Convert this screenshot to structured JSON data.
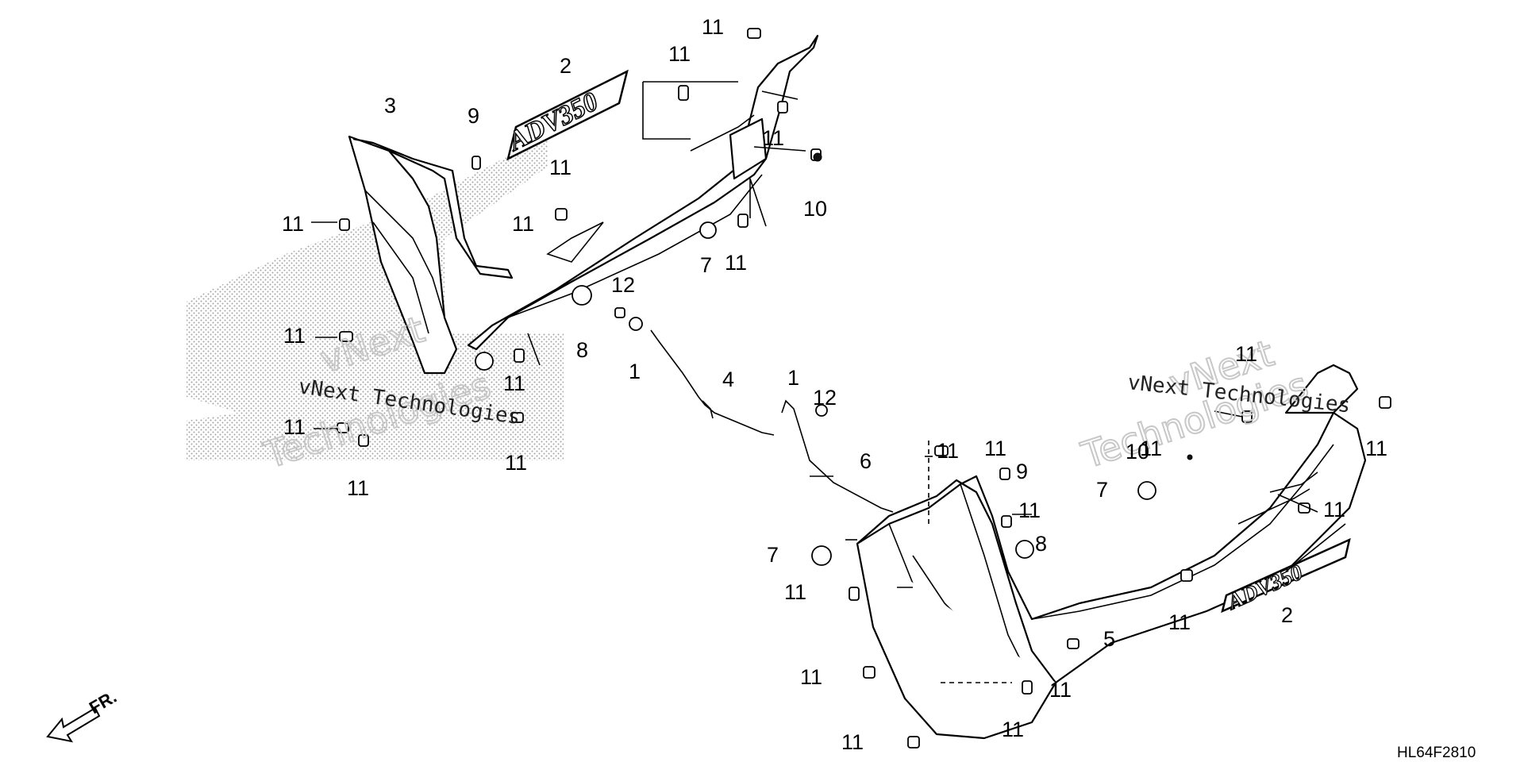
{
  "diagram_code": "HL64F2810",
  "direction_label": "FR.",
  "watermark": {
    "line1": "vNext",
    "line2": "Technologies",
    "small_text": "vNext Technologies"
  },
  "callouts": {
    "c2_top": "2",
    "c3": "3",
    "c9_top": "9",
    "c11_a": "11",
    "c11_b": "11",
    "c11_c": "11",
    "c11_d": "11",
    "c11_e": "11",
    "c11_f": "11",
    "c11_g": "11",
    "c11_h": "11",
    "c11_i": "11",
    "c11_j": "11",
    "c11_k": "11",
    "c11_l": "11",
    "c10_top": "10",
    "c7_top": "7",
    "c12_top": "12",
    "c8_top": "8",
    "c1_top": "1",
    "c4": "4",
    "c1_mid": "1",
    "c12_mid": "12",
    "c6": "6",
    "c11_m": "11",
    "c9_right": "9",
    "c11_n": "11",
    "c8_right": "8",
    "c7_right": "7",
    "c11_o": "11",
    "c11_p": "11",
    "c11_q": "11",
    "c5": "5",
    "c11_r": "11",
    "c11_s": "11",
    "c2_right": "2",
    "c11_t": "11",
    "c11_u": "11",
    "c7_lower": "7",
    "c10_right": "10",
    "c11_v": "11",
    "c11_w": "11",
    "c11_x": "11",
    "c11_y": "11"
  }
}
